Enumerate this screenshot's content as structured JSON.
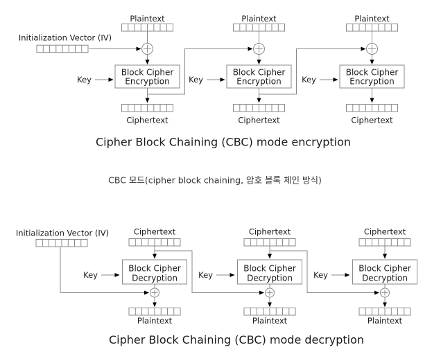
{
  "colors": {
    "background": "#ffffff",
    "line": "#8a8a8a",
    "arrowhead": "#000000",
    "text": "#1a1a1a",
    "caption_muted": "#333333"
  },
  "encryption": {
    "plaintext_label": "Plaintext",
    "iv_label": "Initialization Vector (IV)",
    "key_label": "Key",
    "box_line1": "Block Cipher",
    "box_line2": "Encryption",
    "ciphertext_label": "Ciphertext",
    "caption": "Cipher Block Chaining (CBC) mode encryption"
  },
  "korean_caption": "CBC 모드(cipher block chaining, 암호 블록 체인 방식)",
  "decryption": {
    "ciphertext_label": "Ciphertext",
    "iv_label": "Initialization Vector (IV)",
    "key_label": "Key",
    "box_line1": "Block Cipher",
    "box_line2": "Decryption",
    "plaintext_label": "Plaintext",
    "caption": "Cipher Block Chaining (CBC) mode decryption"
  }
}
